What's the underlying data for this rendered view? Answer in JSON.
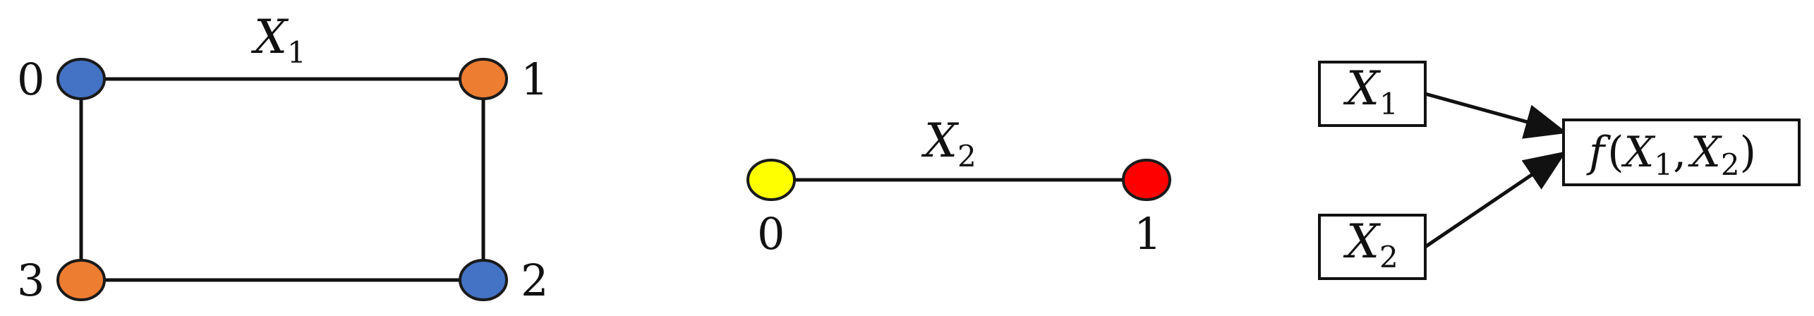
{
  "graph1": {
    "edge_label": {
      "var": "X",
      "sub": "1"
    },
    "nodes": [
      {
        "label": "0",
        "color": "#4472C4"
      },
      {
        "label": "1",
        "color": "#ED7D31"
      },
      {
        "label": "2",
        "color": "#4472C4"
      },
      {
        "label": "3",
        "color": "#ED7D31"
      }
    ]
  },
  "graph2": {
    "edge_label": {
      "var": "X",
      "sub": "2"
    },
    "nodes": [
      {
        "label": "0",
        "color": "#FFFF00"
      },
      {
        "label": "1",
        "color": "#FF0000"
      }
    ]
  },
  "composition": {
    "input1": {
      "var": "X",
      "sub": "1"
    },
    "input2": {
      "var": "X",
      "sub": "2"
    },
    "output": {
      "func": "f",
      "open": "(",
      "arg1": {
        "var": "X",
        "sub": "1"
      },
      "sep": ",",
      "arg2": {
        "var": "X",
        "sub": "2"
      },
      "close": ")"
    }
  }
}
